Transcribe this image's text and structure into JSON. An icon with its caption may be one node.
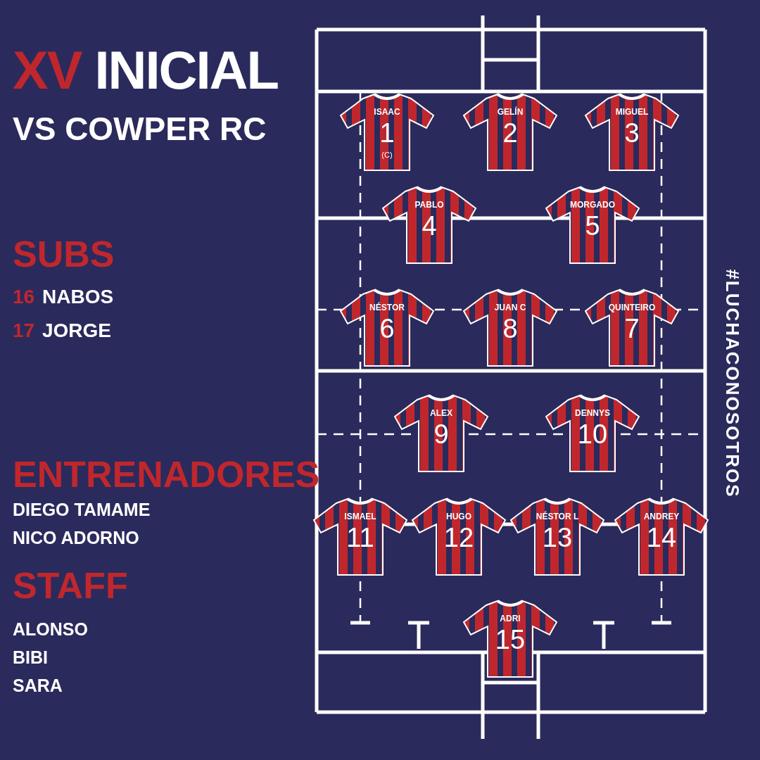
{
  "diagram": {
    "title": "XV INICIAL",
    "nodes": [
      {
        "text": [
          "ISAAC",
          "1",
          "(C)"
        ]
      },
      {
        "text": [
          "GELÍN",
          "2"
        ]
      },
      {
        "text": [
          "MIGUEL",
          "3"
        ]
      },
      {
        "text": [
          "PABLO",
          "4"
        ]
      },
      {
        "text": [
          "MORGADO",
          "5"
        ]
      },
      {
        "text": [
          "NÉSTOR",
          "6"
        ]
      },
      {
        "text": [
          "JUAN C",
          "8"
        ]
      },
      {
        "text": [
          "QUINTEIRO",
          "7"
        ]
      },
      {
        "text": [
          "ALEX",
          "9"
        ]
      },
      {
        "text": [
          "DENNYS",
          "10"
        ]
      },
      {
        "text": [
          "ISMAEL",
          "11"
        ]
      },
      {
        "text": [
          "HUGO",
          "12"
        ]
      },
      {
        "text": [
          "NÉSTOR L",
          "13"
        ]
      },
      {
        "text": [
          "ANDREY",
          "14"
        ]
      },
      {
        "text": [
          "ADRI",
          "15"
        ]
      }
    ],
    "labels": [
      "VS COWPER RC",
      "SUBS",
      "16",
      "NABOS",
      "17",
      "JORGE",
      "ENTRENADORES",
      "DIEGO TAMAME",
      "NICO ADORNO",
      "STAFF",
      "ALONSO",
      "BIBI",
      "SARA",
      "#LUCHACONOSOTROS"
    ]
  }
}
